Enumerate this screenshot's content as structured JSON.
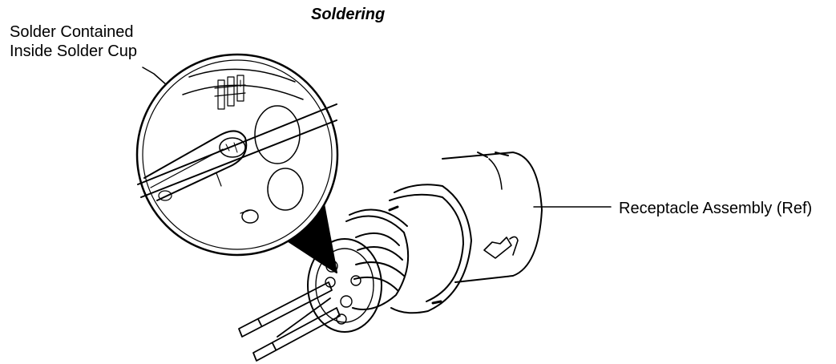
{
  "title": "Soldering",
  "callouts": {
    "solder_cup": {
      "line1": "Solder Contained",
      "line2": "Inside Solder Cup"
    },
    "receptacle": "Receptacle Assembly (Ref)"
  },
  "colors": {
    "ink": "#000000",
    "background": "#ffffff"
  }
}
